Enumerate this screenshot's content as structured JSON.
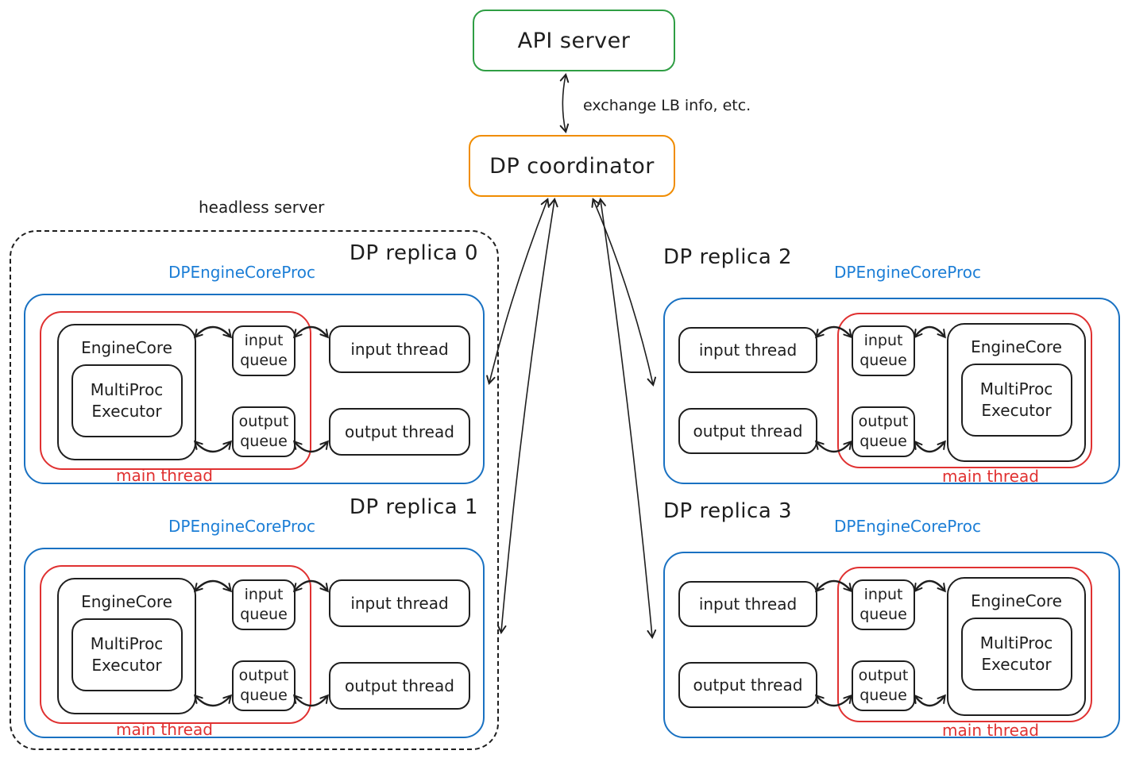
{
  "colors": {
    "green": "#2f9e44",
    "orange": "#f08c00",
    "blue": "#1971c2",
    "blue_text": "#1c7ed6",
    "red": "#e03131",
    "ink": "#1e1e1e",
    "bg": "#ffffff"
  },
  "api_server": {
    "label": "API server"
  },
  "dp_coordinator": {
    "label": "DP coordinator"
  },
  "api_coordinator_edge": {
    "label": "exchange LB info, etc.",
    "bidirectional": true
  },
  "headless_server": {
    "label": "headless server",
    "contains": [
      "DP replica 0",
      "DP replica 1"
    ]
  },
  "replicas": [
    {
      "title": "DP replica 0",
      "proc_label": "DPEngineCoreProc",
      "layout": "engine-left",
      "engine_core": "EngineCore",
      "executor": "MultiProc Executor",
      "input_queue": "input queue",
      "output_queue": "output queue",
      "input_thread": "input thread",
      "output_thread": "output thread",
      "main_thread": "main thread"
    },
    {
      "title": "DP replica 1",
      "proc_label": "DPEngineCoreProc",
      "layout": "engine-left",
      "engine_core": "EngineCore",
      "executor": "MultiProc Executor",
      "input_queue": "input queue",
      "output_queue": "output queue",
      "input_thread": "input thread",
      "output_thread": "output thread",
      "main_thread": "main thread"
    },
    {
      "title": "DP replica 2",
      "proc_label": "DPEngineCoreProc",
      "layout": "engine-right",
      "engine_core": "EngineCore",
      "executor": "MultiProc Executor",
      "input_queue": "input queue",
      "output_queue": "output queue",
      "input_thread": "input thread",
      "output_thread": "output thread",
      "main_thread": "main thread"
    },
    {
      "title": "DP replica 3",
      "proc_label": "DPEngineCoreProc",
      "layout": "engine-right",
      "engine_core": "EngineCore",
      "executor": "MultiProc Executor",
      "input_queue": "input queue",
      "output_queue": "output queue",
      "input_thread": "input thread",
      "output_thread": "output thread",
      "main_thread": "main thread"
    }
  ],
  "edges": [
    {
      "from": "API server",
      "to": "DP coordinator",
      "bidirectional": true,
      "label": "exchange LB info, etc."
    },
    {
      "from": "DP coordinator",
      "to": "DP replica 0",
      "bidirectional": true
    },
    {
      "from": "DP coordinator",
      "to": "DP replica 1",
      "bidirectional": true
    },
    {
      "from": "DP coordinator",
      "to": "DP replica 2",
      "bidirectional": true
    },
    {
      "from": "DP coordinator",
      "to": "DP replica 3",
      "bidirectional": true
    }
  ],
  "replica_internal_edges": [
    {
      "from": "EngineCore",
      "to": "input queue",
      "bidirectional": true
    },
    {
      "from": "input queue",
      "to": "input thread",
      "bidirectional": true
    },
    {
      "from": "EngineCore",
      "to": "output queue",
      "bidirectional": true
    },
    {
      "from": "output queue",
      "to": "output thread",
      "bidirectional": true
    }
  ]
}
